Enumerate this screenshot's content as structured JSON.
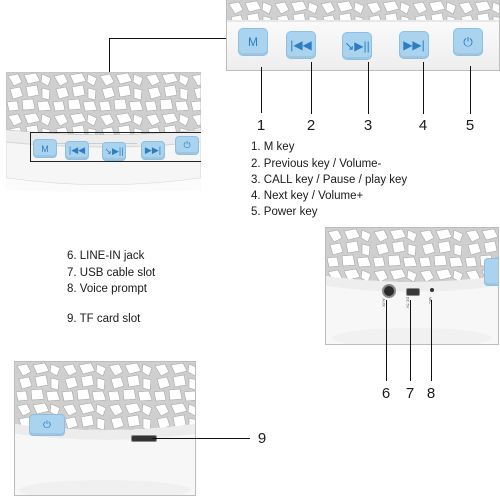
{
  "callouts": {
    "n1": "1",
    "n2": "2",
    "n3": "3",
    "n4": "4",
    "n5": "5",
    "n6": "6",
    "n7": "7",
    "n8": "8",
    "n9": "9"
  },
  "legend_top": [
    "1. M key",
    "2. Previous key / Volume-",
    "3. CALL key / Pause / play key",
    "4. Next key / Volume+",
    "5. Power key"
  ],
  "legend_mid": [
    "6. LINE-IN jack",
    "7. USB cable slot",
    "8. Voice prompt"
  ],
  "legend_tf": "9. TF card slot",
  "buttons": {
    "m": "M",
    "prev": "|◀◀",
    "play": "↘▶||",
    "next": "▶▶|",
    "power": "⏻"
  },
  "port_labels": {
    "aux": "AUX",
    "dc5v": "DC 5V",
    "mic": "MIC"
  },
  "colors": {
    "button_fill": "#a9d3ef",
    "button_icon": "#2e7dc2",
    "body": "#ffffff"
  }
}
